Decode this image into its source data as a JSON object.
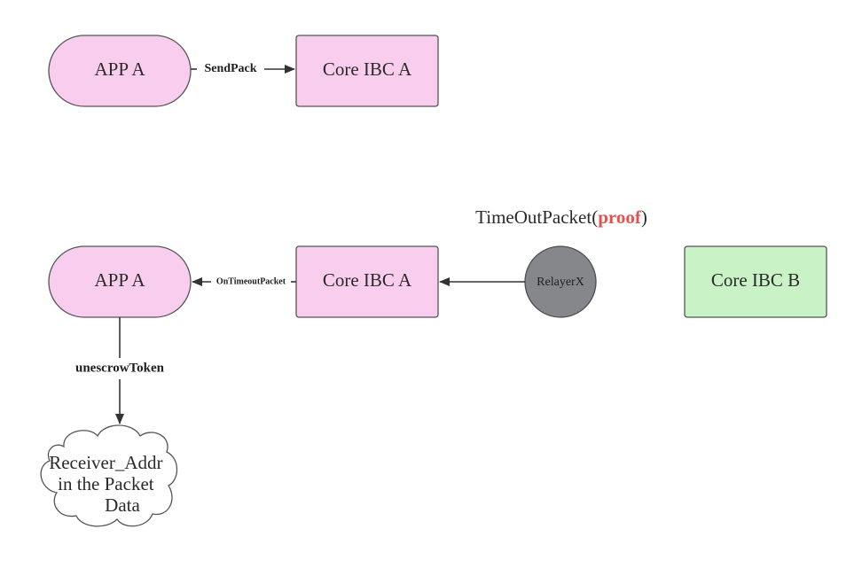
{
  "nodes": {
    "app_a_top": {
      "label": "APP A"
    },
    "core_ibc_a_top": {
      "label": "Core IBC A"
    },
    "app_a_bottom": {
      "label": "APP A"
    },
    "core_ibc_a_bottom": {
      "label": "Core IBC A"
    },
    "relayer": {
      "label": "RelayerX"
    },
    "core_ibc_b": {
      "label": "Core IBC B"
    },
    "receiver_cloud": {
      "lines": [
        "Receiver_Addr",
        "in the Packet",
        "Data"
      ]
    }
  },
  "edges": {
    "send_pack": {
      "label": "SendPack"
    },
    "on_timeout_packet": {
      "label": "OnTimeoutPacket"
    },
    "unescrow_token": {
      "label": "unescrowToken"
    }
  },
  "timeout_title": {
    "prefix": "TimeOutPacket(",
    "highlight": "proof",
    "suffix": ")"
  },
  "colors": {
    "app_fill": "#f9cdee",
    "core_a_fill": "#f9cdee",
    "core_b_fill": "#c9f2c7",
    "relayer_fill": "#85878b",
    "stroke": "#555555",
    "highlight": "#e8504d"
  }
}
